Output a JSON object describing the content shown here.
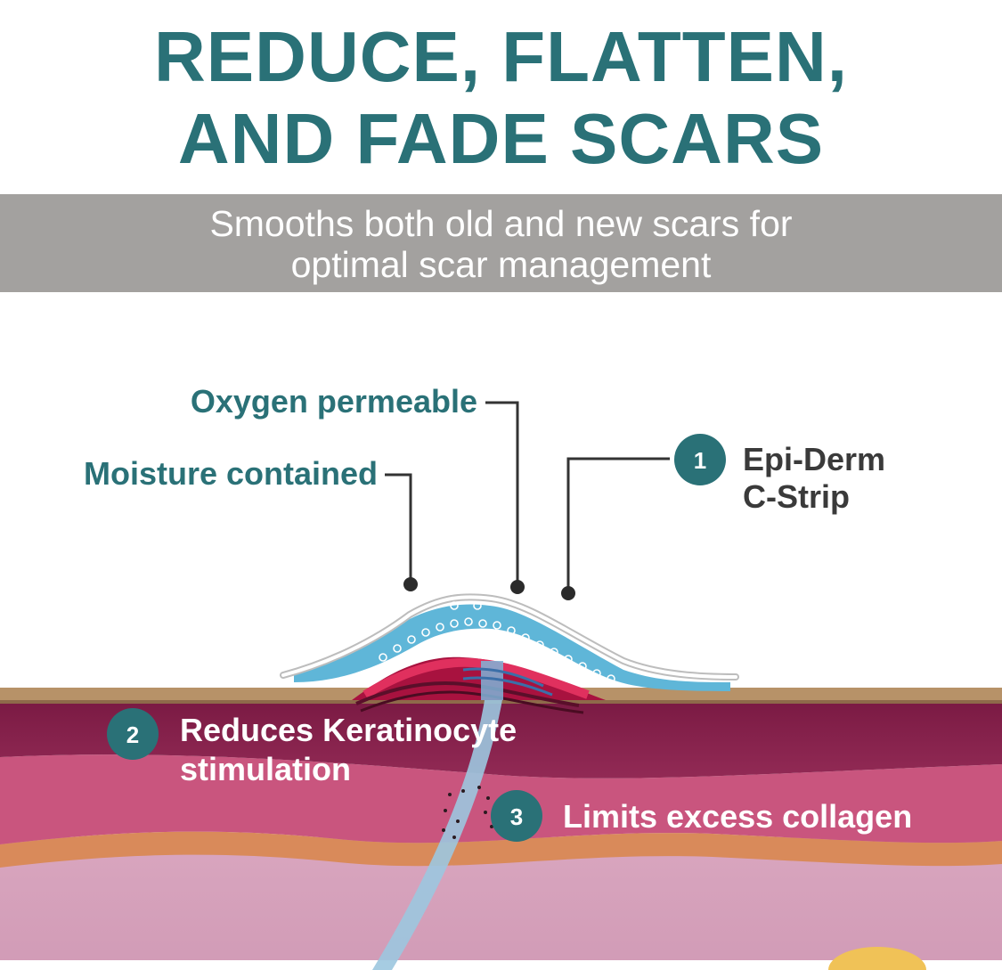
{
  "headline": {
    "line1": "REDUCE, FLATTEN,",
    "line2": "AND FADE SCARS"
  },
  "subheadline": {
    "line1": "Smooths both old and new scars for",
    "line2": "optimal scar management"
  },
  "callouts": {
    "oxygen": "Oxygen permeable",
    "moisture": "Moisture contained"
  },
  "steps": [
    {
      "number": "1",
      "line1": "Epi-Derm",
      "line2": "C-Strip"
    },
    {
      "number": "2",
      "line1": "Reduces Keratinocyte",
      "line2": "stimulation"
    },
    {
      "number": "3",
      "line1": "Limits excess collagen",
      "line2": ""
    }
  ],
  "colors": {
    "teal": "#2a7177",
    "label_dark": "#3a3a3a",
    "band_gray": "#a3a19f",
    "epidermis": "#b79268",
    "dermis_dark": "#7e1d45",
    "dermis_mid": "#c54e78",
    "fat_orange": "#d98a5a",
    "deep_tissue": "#d5a0bb"
  }
}
